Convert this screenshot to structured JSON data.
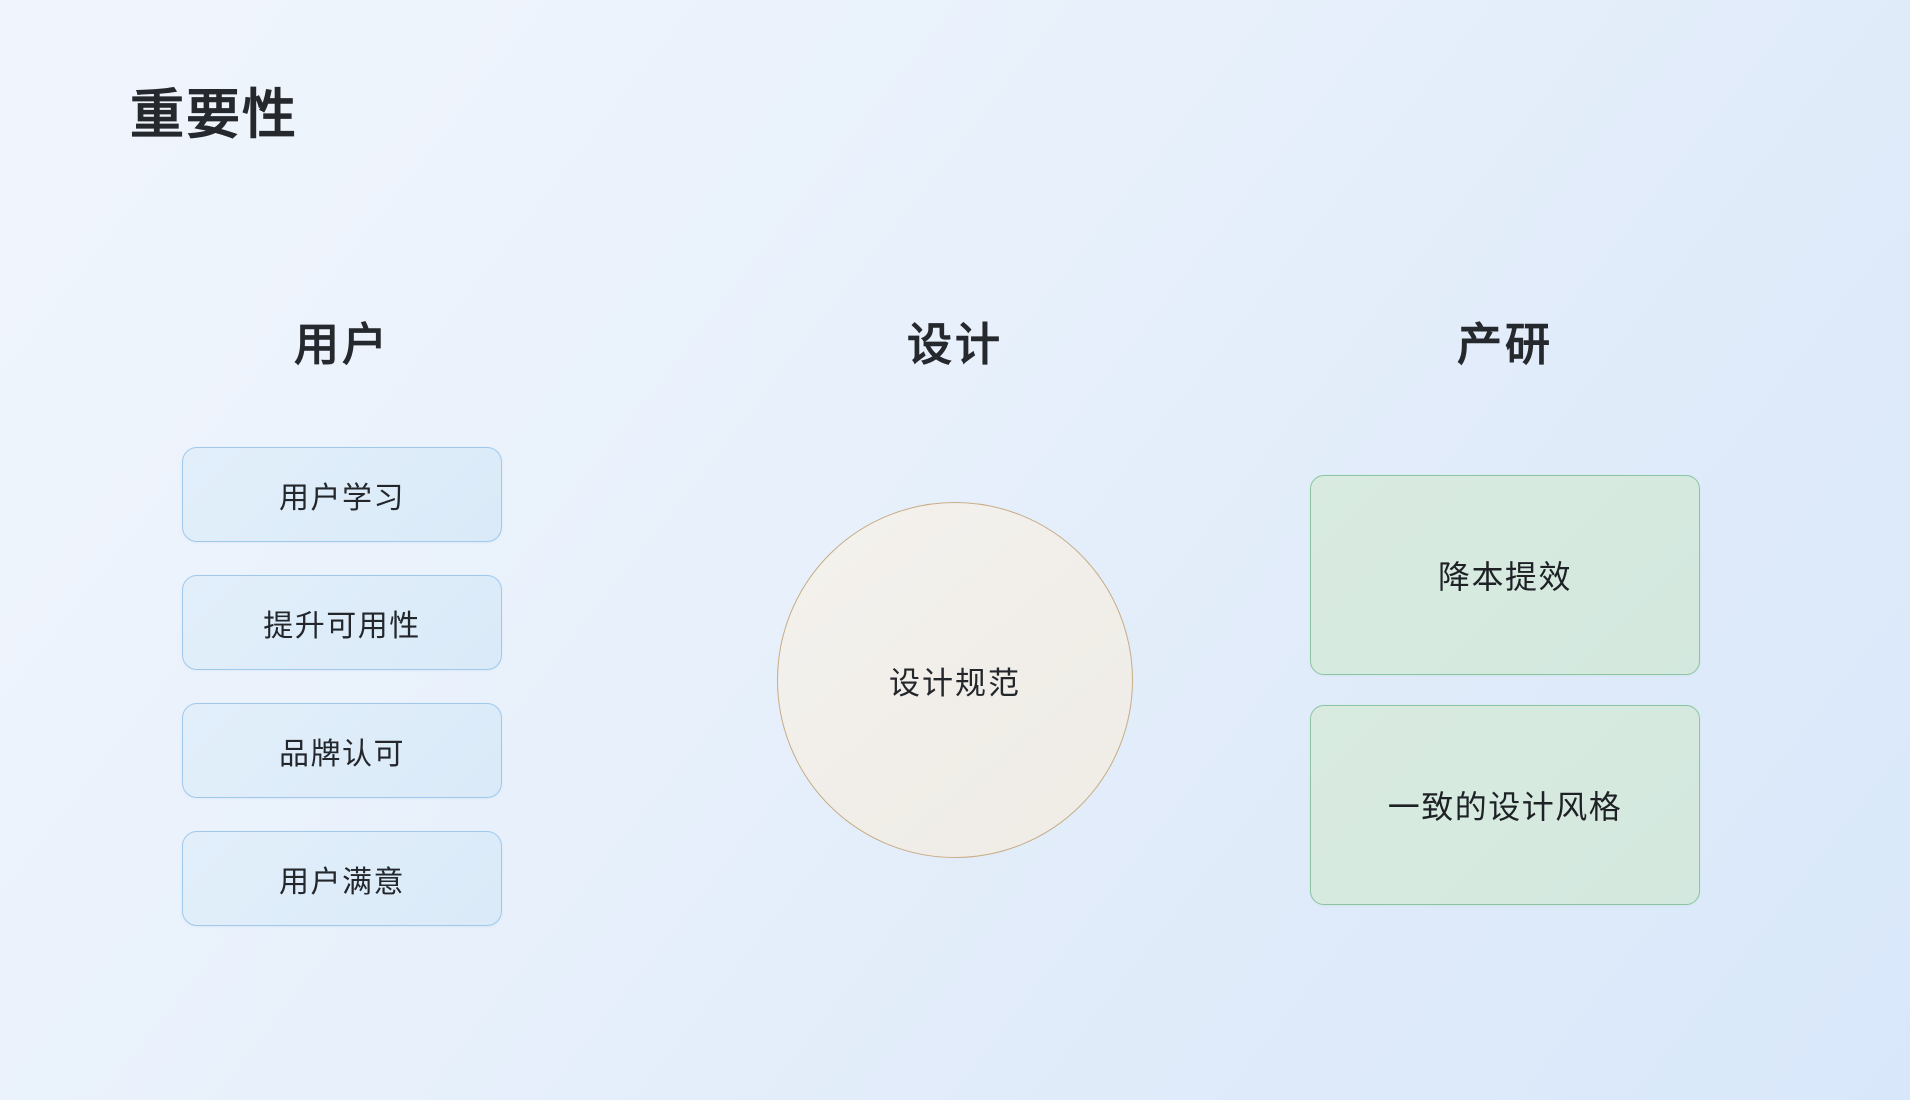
{
  "slide": {
    "title": "重要性",
    "background": {
      "from": "#F0F5FD",
      "to": "#D8E8FA"
    }
  },
  "columns": {
    "user": {
      "header": "用户",
      "accent_border": "#9FC9EC",
      "accent_fill": "#DEECFA",
      "items": [
        {
          "label": "用户学习"
        },
        {
          "label": "提升可用性"
        },
        {
          "label": "品牌认可"
        },
        {
          "label": "用户满意"
        }
      ]
    },
    "design": {
      "header": "设计",
      "accent_border": "#C7AC86",
      "accent_fill": "#F1EEE9",
      "circle": {
        "label": "设计规范"
      }
    },
    "product_research": {
      "header": "产研",
      "accent_border": "#8AC5A0",
      "accent_fill": "#D6E9DF",
      "items": [
        {
          "label": "降本提效"
        },
        {
          "label": "一致的设计风格"
        }
      ]
    }
  }
}
